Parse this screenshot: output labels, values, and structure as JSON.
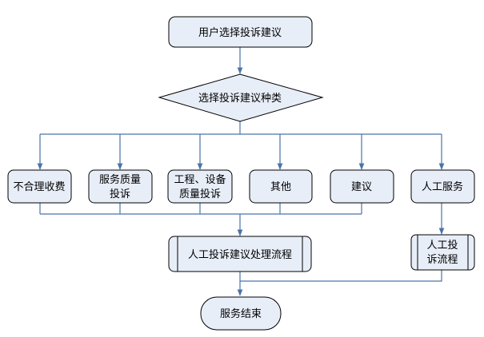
{
  "diagram": {
    "colors": {
      "node_fill": "#e8eef8",
      "node_stroke": "#000000",
      "edge": "#4a74a8"
    },
    "start": {
      "label": "用户选择投诉建议"
    },
    "decision": {
      "label": "选择投诉建议种类"
    },
    "categories": [
      {
        "lines": [
          "不合理收费"
        ]
      },
      {
        "lines": [
          "服务质量",
          "投诉"
        ]
      },
      {
        "lines": [
          "工程、设备",
          "质量投诉"
        ]
      },
      {
        "lines": [
          "其他"
        ]
      },
      {
        "lines": [
          "建议"
        ]
      },
      {
        "lines": [
          "人工服务"
        ]
      }
    ],
    "process_main": {
      "label": "人工投诉建议处理流程"
    },
    "process_manual": {
      "lines": [
        "人工投",
        "诉流程"
      ]
    },
    "end": {
      "label": "服务结束"
    }
  }
}
